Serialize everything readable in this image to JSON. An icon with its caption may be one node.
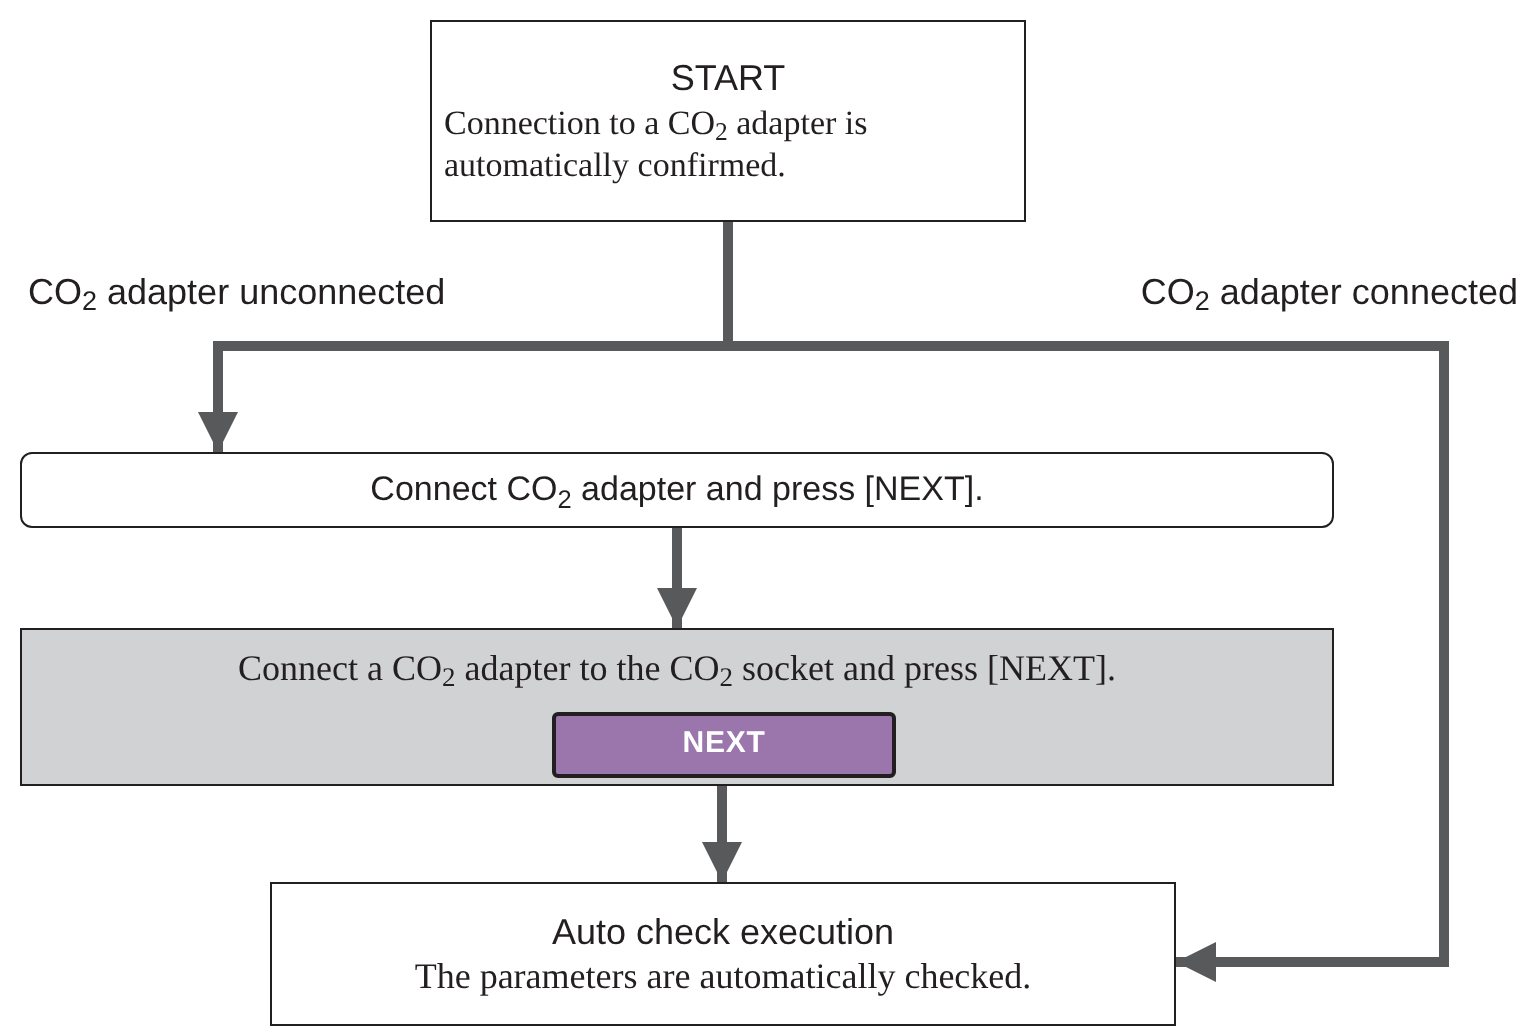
{
  "diagram": {
    "nodes": [
      {
        "text": [
          "START",
          "Connection to a CO$_{2}$ adapter is automatically confirmed."
        ]
      },
      {
        "text": [
          "Connect CO$_{2}$ adapter and press [NEXT]."
        ]
      },
      {
        "text": [
          "Connect a CO$_{2}$ adapter to the CO$_{2}$ socket and press [NEXT]."
        ]
      },
      {
        "text": [
          "NEXT"
        ],
        "in": 2
      },
      {
        "text": [
          "Auto check execution",
          "The parameters are automatically checked."
        ]
      }
    ],
    "edges": [
      {
        "from": 0,
        "to": 1,
        "arrow": "to",
        "label": "CO$_{2}$ adapter unconnected"
      },
      {
        "from": 0,
        "to": 4,
        "arrow": "to",
        "label": "CO$_{2}$ adapter connected"
      },
      {
        "from": 1,
        "to": 2,
        "arrow": "to"
      },
      {
        "from": 3,
        "to": 4,
        "arrow": "to"
      }
    ]
  }
}
